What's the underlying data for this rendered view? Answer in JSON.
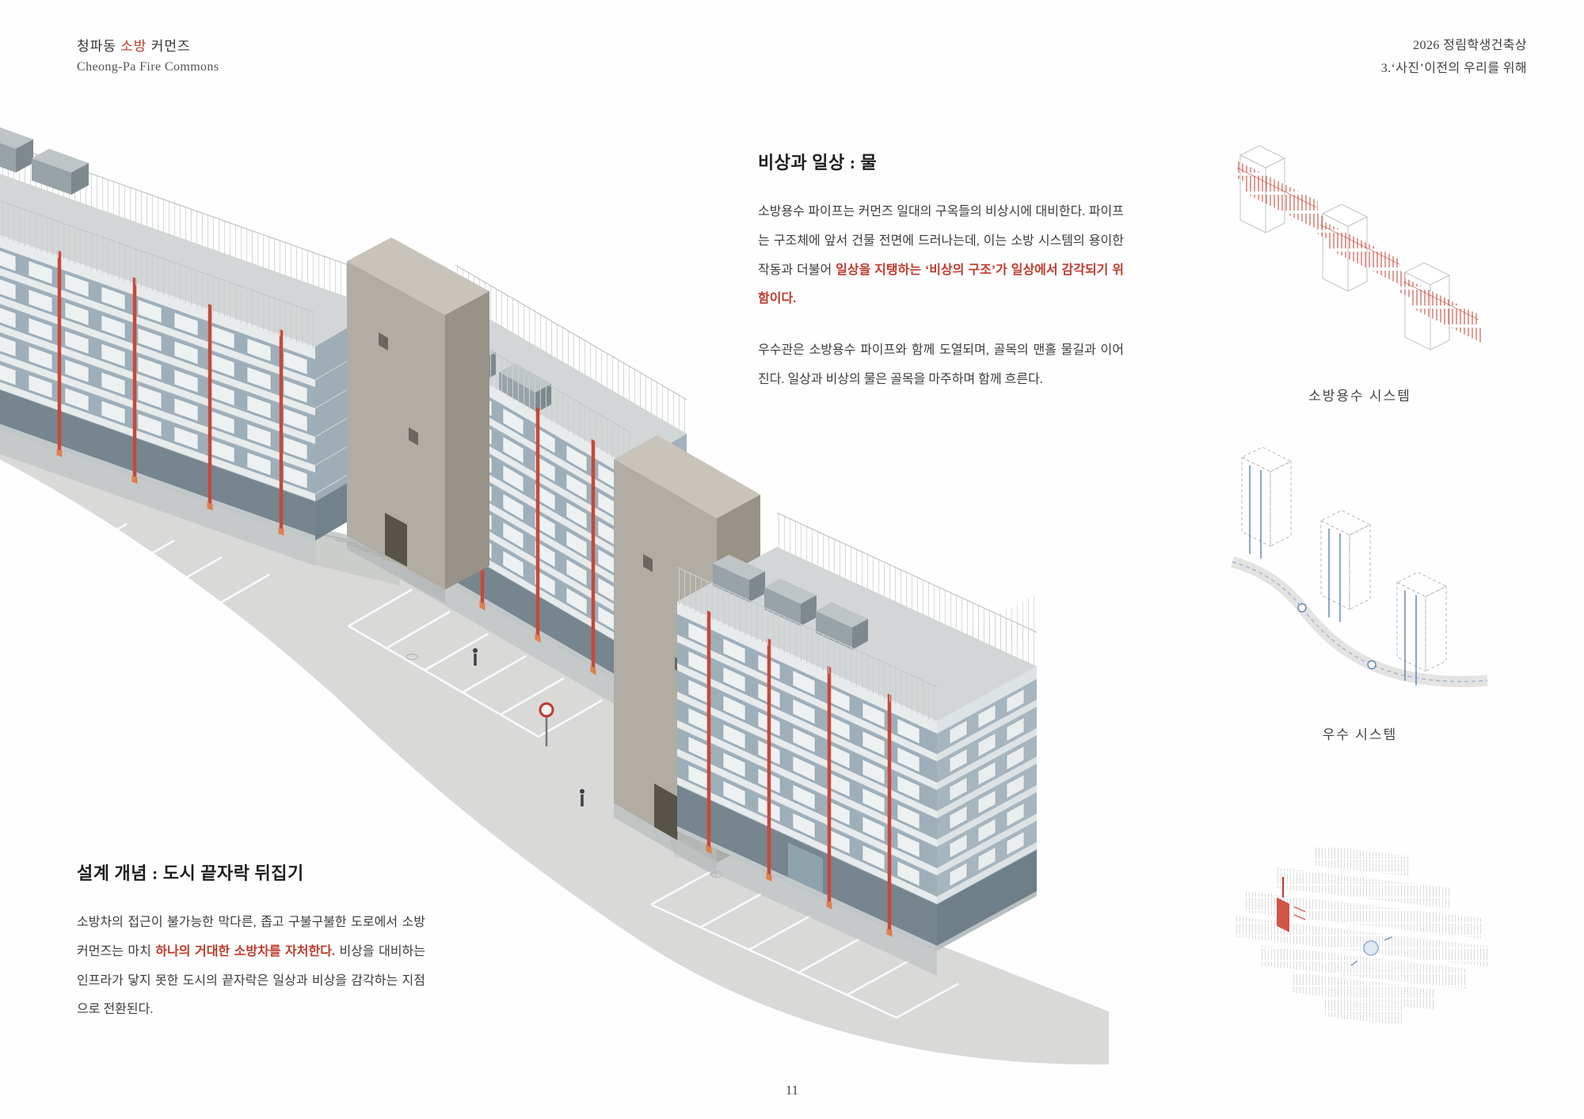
{
  "header": {
    "left": {
      "title_pre": "청파동 ",
      "title_accent": "소방",
      "title_post": " 커먼즈",
      "subtitle": "Cheong-Pa Fire Commons"
    },
    "right": {
      "line1": "2026 정림학생건축상",
      "line2": "3.‘사진’이전의 우리를 위해"
    }
  },
  "water_section": {
    "heading": "비상과 일상 : 물",
    "p1_normal": " 소방용수 파이프는 커먼즈 일대의 구옥들의 비상시에 대비한다. 파이프는 구조체에 앞서 건물 전면에 드러나는데, 이는 소방 시스템의 용이한 작동과 더불어 ",
    "p1_red": "일상을 지탱하는 ‘비상의 구조’가 일상에서 감각되기 위함이다.",
    "p2": "우수관은 소방용수 파이프와 함께 도열되며, 골목의 맨홀 물길과 이어진다. 일상과 비상의 물은 골목을 마주하며 함께 흐른다."
  },
  "concept_section": {
    "heading": "설계 개념 : 도시 끝자락 뒤집기",
    "p1_normal_a": "소방차의 접근이 불가능한 막다른, 좁고 구불구불한 도로에서 소방커먼즈는 마치 ",
    "p1_red": "하나의 거대한 소방차를 자처한다.",
    "p1_normal_b": " 비상을 대비하는 인프라가 닿지 못한 도시의 끝자락은 일상과 비상을 감각하는 지점으로 전환된다."
  },
  "diagrams": {
    "fire_water": {
      "caption": "소방용수 시스템"
    },
    "storm_water": {
      "caption": "우수 시스템"
    },
    "site": {
      "caption": ""
    }
  },
  "page_number": "11",
  "colors": {
    "accent_red": "#bf3a2c",
    "pipe_red": "#c6493a",
    "facade_blue": "#aebbc4",
    "concrete": "#b1aca4",
    "storm_blue": "#4f76ad"
  }
}
